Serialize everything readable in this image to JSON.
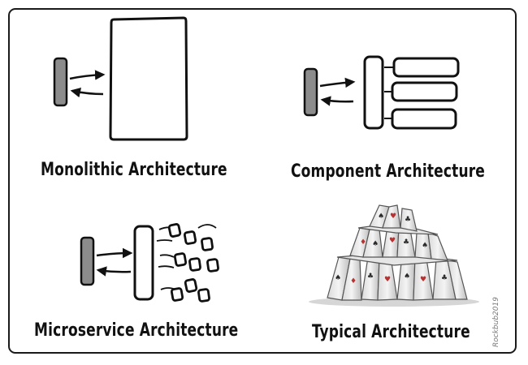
{
  "captions": {
    "monolithic": "Monolithic Architecture",
    "component": "Component Architecture",
    "microservice": "Microservice Architecture",
    "typical": "Typical Architecture"
  },
  "signature": "Rockbub2019",
  "colors": {
    "ink": "#111111",
    "client_fill": "#8c8c8c",
    "card_red": "#b83232",
    "card_dark": "#2b2b2b"
  }
}
